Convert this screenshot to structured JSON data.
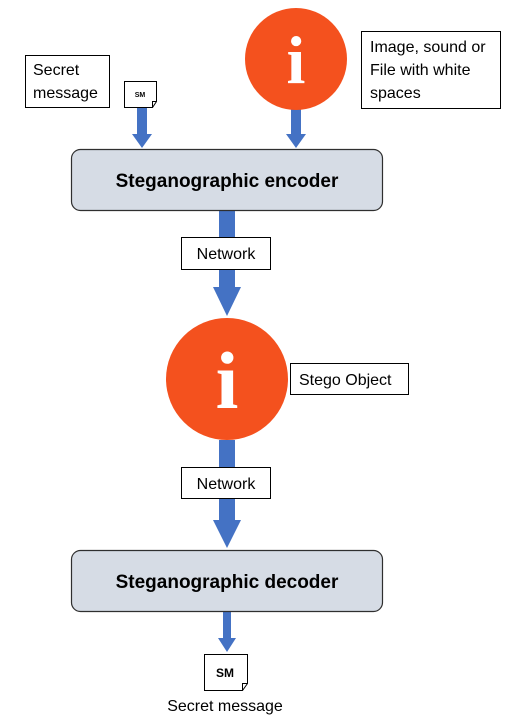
{
  "colors": {
    "arrow": "#4472c4",
    "info_circle": "#f4511e",
    "process_fill": "#d6dce5",
    "process_stroke": "#2f2f2f"
  },
  "icons": {
    "info": "info-icon",
    "document": "document-icon"
  },
  "inputs": {
    "secret_message_line1": "Secret",
    "secret_message_line2": "message",
    "secret_doc_label": "SM",
    "cover_line1": "Image, sound or",
    "cover_line2": "File with white",
    "cover_line3": "spaces",
    "cover_icon_glyph": "i"
  },
  "encoder": {
    "label": "Steganographic encoder"
  },
  "network_1": {
    "label": "Network"
  },
  "stego": {
    "label": "Stego Object",
    "icon_glyph": "i"
  },
  "network_2": {
    "label": "Network"
  },
  "decoder": {
    "label": "Steganographic decoder"
  },
  "output": {
    "doc_label": "SM",
    "caption": "Secret message"
  }
}
